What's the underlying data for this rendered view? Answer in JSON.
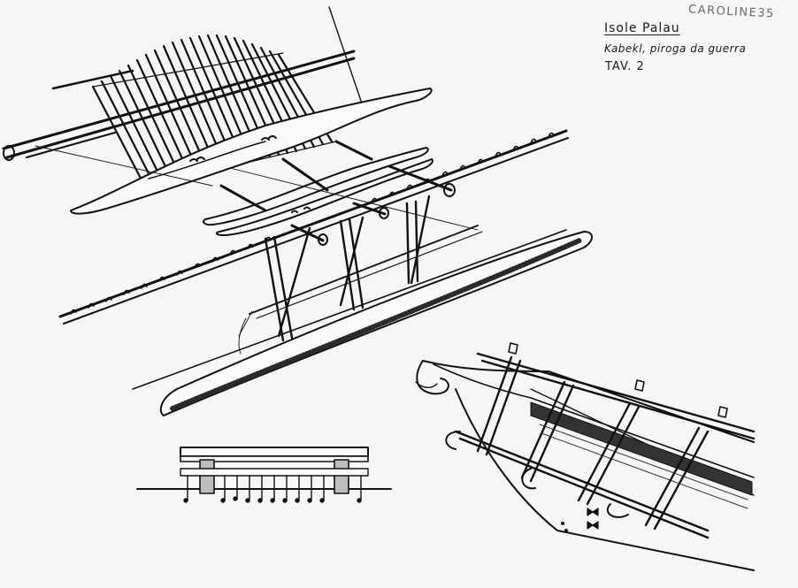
{
  "corner_label": "CAROLINE35",
  "title": "Isole Palau",
  "subtitle": "Kabekl, piroga da guerra",
  "plate": "TAV. 2"
}
